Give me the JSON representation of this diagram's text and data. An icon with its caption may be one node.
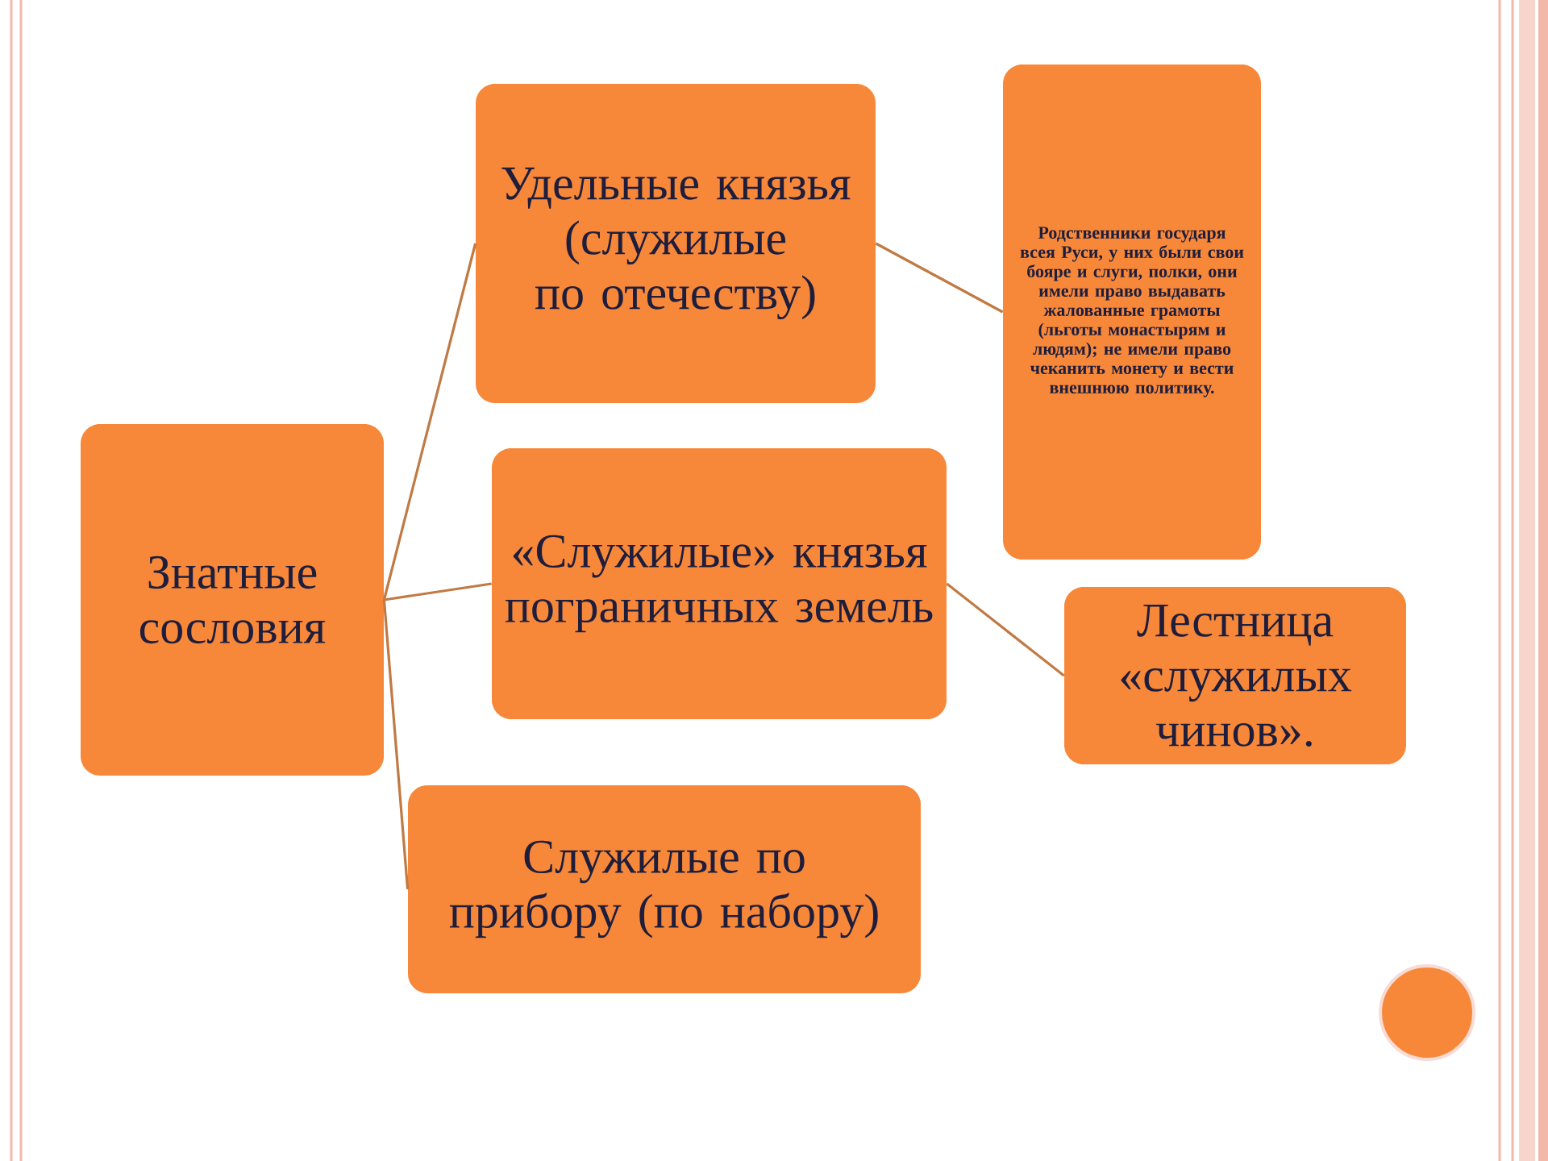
{
  "diagram": {
    "nodes": [
      {
        "text": [
          "Знатные сословия"
        ]
      },
      {
        "text": [
          "Удельные князья (служилые по отечеству)"
        ]
      },
      {
        "text": [
          "Родственники государя всея Руси, у них были свои бояре и слуги, полки, они имели право выдавать жалованные грамоты (льготы монастырям и людям); не имели право чеканить монету и вести внешнюю политику."
        ]
      },
      {
        "text": [
          "«Служилые» князья пограничных земель"
        ]
      },
      {
        "text": [
          "Лестница «служилых чинов»."
        ]
      },
      {
        "text": [
          "Служилые по прибору (по набору)"
        ]
      }
    ],
    "edges": [
      {
        "from": 0,
        "to": 1,
        "arrow": "none"
      },
      {
        "from": 0,
        "to": 3,
        "arrow": "none"
      },
      {
        "from": 0,
        "to": 5,
        "arrow": "none"
      },
      {
        "from": 1,
        "to": 2,
        "arrow": "none"
      },
      {
        "from": 3,
        "to": 4,
        "arrow": "none"
      }
    ]
  }
}
